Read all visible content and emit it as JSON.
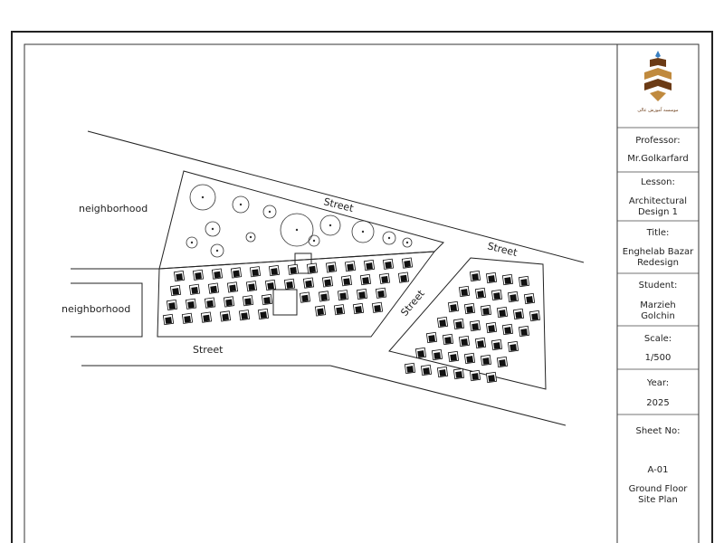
{
  "plan": {
    "street_labels": [
      "Street",
      "Street",
      "Street",
      "Street"
    ],
    "neighborhood_labels": [
      "neighborhood",
      "neighborhood"
    ]
  },
  "title_block": {
    "logo_icon": "university-emblem-icon",
    "logo_caption": "موسسه آموزش عالی",
    "professor_label": "Professor:",
    "professor_value": "Mr.Golkarfard",
    "lesson_label": "Lesson:",
    "lesson_value_line1": "Architectural",
    "lesson_value_line2": "Design 1",
    "title_label": "Title:",
    "title_value_line1": "Enghelab Bazar",
    "title_value_line2": "Redesign",
    "student_label": "Student:",
    "student_value_line1": "Marzieh",
    "student_value_line2": "Golchin",
    "scale_label": "Scale:",
    "scale_value": "1/500",
    "year_label": "Year:",
    "year_value": "2025",
    "sheet_label": "Sheet No:",
    "sheet_value": "A-01",
    "sheet_desc_line1": "Ground Floor",
    "sheet_desc_line2": "Site Plan"
  },
  "colors": {
    "line": "#222222",
    "logo_brown": "#6b3b16",
    "logo_gold": "#c08a3e",
    "logo_blue": "#3a7fc1"
  }
}
